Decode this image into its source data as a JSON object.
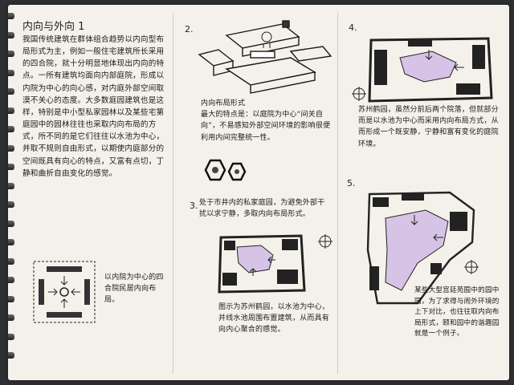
{
  "title": "内向与外向 1",
  "col1": {
    "intro": "我国传统建筑在群体组合趋势以内向型布局形式为主，例如一般住宅建筑所长采用的四合院，就十分明显地体现出内向的特点。一所有建筑均面向内部庭院，形成以内院为中心的向心感，对内庭外部空间取漠不关心的态度。大多数庭园建筑也是这样，特别是中小型私家园林以及某些宅第庭园中的园林往往也采取内向布局的方式，所不同的是它们往往以水池为中心，并取不规则自由形式，以期使内庭部分的空间既具有向心的特点，又富有点切，丁静和曲折自由变化的感觉。",
    "diagram_caption": "以内院为中心的四合院民居内向布局。"
  },
  "col2": {
    "num2": "2.",
    "caption2": "内向布局形式\n最大的特点是：以庭院为中心“间关自向”，不易感知外部空间环境的影响很便利用内间完整统一性。",
    "num3": "3.",
    "caption3a": "处于市井内的私家庭园，为避免外部干扰以求宁静，多取内向布局形式。",
    "caption3b": "图示为苏州鹤园，以水池为中心，并线水池周围布置建筑，从而具有向内心聚合的感觉。"
  },
  "col3": {
    "num4": "4.",
    "caption4": "苏州鹤园，虽然分前后两个院落，但就部分而是以水池为中心而采用内向布局方式，从而形成一个既安静，宁静和富有变化的庭院环境。",
    "num5": "5.",
    "caption5": "某些大型宫廷苑囿中的园中园，为了求得与闹外环境的上下对比，也往往取内向布局形式，颐和园中的谐趣园就是一个例子。"
  }
}
